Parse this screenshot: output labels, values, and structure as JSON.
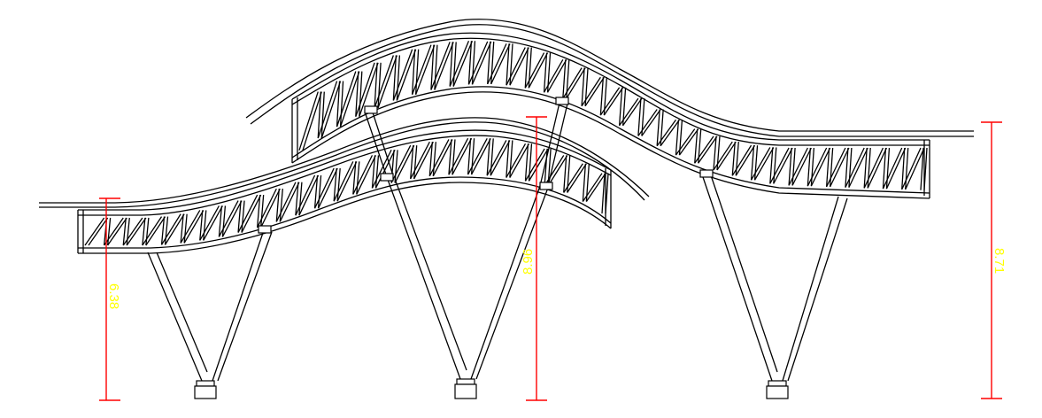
{
  "dimensions": [
    {
      "label": "6.38"
    },
    {
      "label": "8.96"
    },
    {
      "label": "8.71"
    }
  ],
  "colors": {
    "drawing": "#000000",
    "dimension_line": "#ff0000",
    "dimension_text": "#ffff00",
    "background": "#ffffff"
  }
}
